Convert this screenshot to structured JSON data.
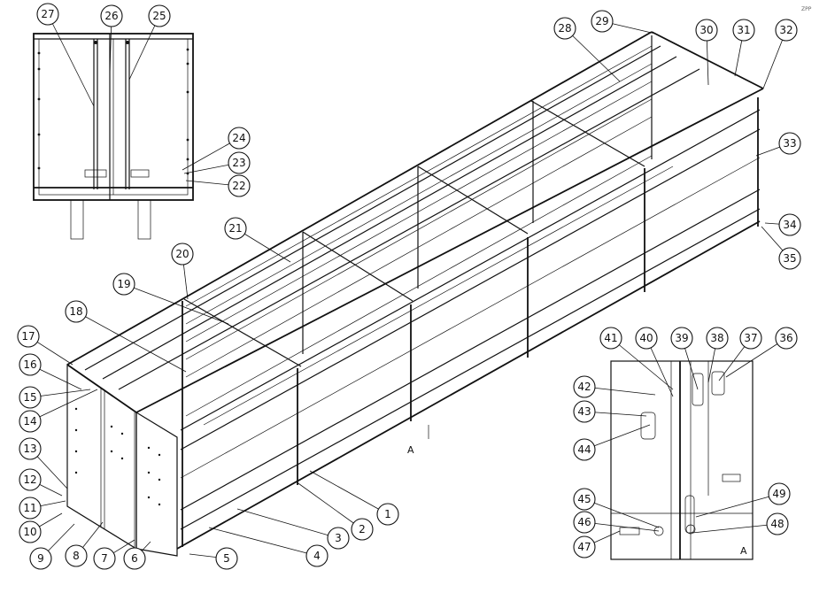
{
  "document": {
    "view_marker_main": "A",
    "view_marker_detail": "A",
    "corner_mark": "ZPP"
  },
  "callouts": [
    {
      "num": "1"
    },
    {
      "num": "2"
    },
    {
      "num": "3"
    },
    {
      "num": "4"
    },
    {
      "num": "5"
    },
    {
      "num": "6"
    },
    {
      "num": "7"
    },
    {
      "num": "8"
    },
    {
      "num": "9"
    },
    {
      "num": "10"
    },
    {
      "num": "11"
    },
    {
      "num": "12"
    },
    {
      "num": "13"
    },
    {
      "num": "14"
    },
    {
      "num": "15"
    },
    {
      "num": "16"
    },
    {
      "num": "17"
    },
    {
      "num": "18"
    },
    {
      "num": "19"
    },
    {
      "num": "20"
    },
    {
      "num": "21"
    },
    {
      "num": "22"
    },
    {
      "num": "23"
    },
    {
      "num": "24"
    },
    {
      "num": "25"
    },
    {
      "num": "26"
    },
    {
      "num": "27"
    },
    {
      "num": "28"
    },
    {
      "num": "29"
    },
    {
      "num": "30"
    },
    {
      "num": "31"
    },
    {
      "num": "32"
    },
    {
      "num": "33"
    },
    {
      "num": "34"
    },
    {
      "num": "35"
    },
    {
      "num": "36"
    },
    {
      "num": "37"
    },
    {
      "num": "38"
    },
    {
      "num": "39"
    },
    {
      "num": "40"
    },
    {
      "num": "41"
    },
    {
      "num": "42"
    },
    {
      "num": "43"
    },
    {
      "num": "44"
    },
    {
      "num": "45"
    },
    {
      "num": "46"
    },
    {
      "num": "47"
    },
    {
      "num": "48"
    },
    {
      "num": "49"
    }
  ]
}
